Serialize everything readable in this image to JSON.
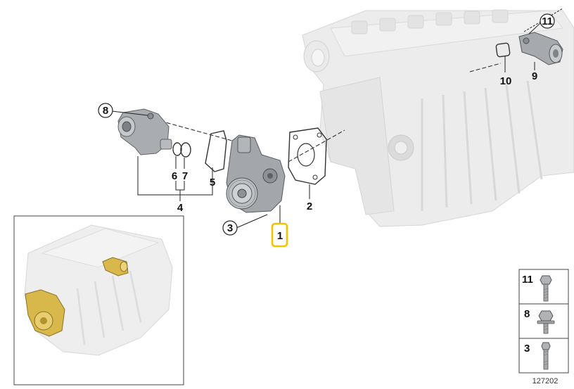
{
  "callouts": {
    "c1": "1",
    "c2": "2",
    "c3": "3",
    "c4": "4",
    "c5": "5",
    "c6": "6",
    "c7": "7",
    "c8": "8",
    "c9": "9",
    "c10": "10",
    "c11": "11"
  },
  "legend": {
    "items": [
      {
        "label": "11",
        "icon": "hex-bolt-long-icon"
      },
      {
        "label": "8",
        "icon": "flange-bolt-icon"
      },
      {
        "label": "3",
        "icon": "stud-bolt-icon"
      }
    ],
    "catalog_number": "127202"
  },
  "colors": {
    "engine_gray": "#e6e6e6",
    "part_gray": "#9fa3a7",
    "highlight_gold": "#d8b84a",
    "selected_box": "#f2c300"
  }
}
